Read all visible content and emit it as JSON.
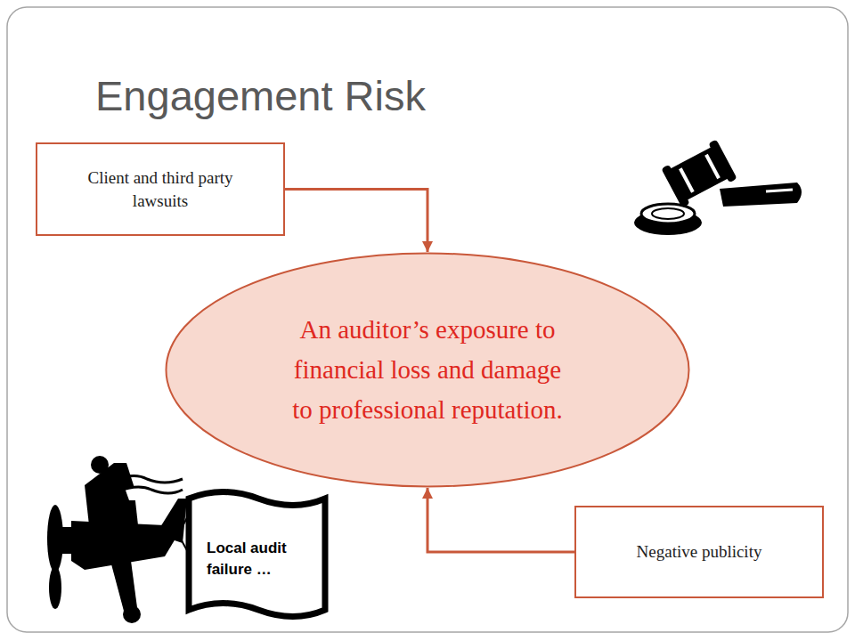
{
  "diagram": {
    "title": "Engagement Risk",
    "nodes": [
      {
        "text": [
          "Client and third party lawsuits"
        ]
      },
      {
        "text": [
          "An auditor’s exposure to financial loss and damage to professional reputation."
        ]
      },
      {
        "text": [
          "Negative publicity"
        ]
      }
    ],
    "edges": [
      {
        "from": 0,
        "to": 1,
        "arrow": "to"
      },
      {
        "from": 2,
        "to": 1,
        "arrow": "to"
      }
    ],
    "labels": [
      "Local audit failure …"
    ]
  }
}
